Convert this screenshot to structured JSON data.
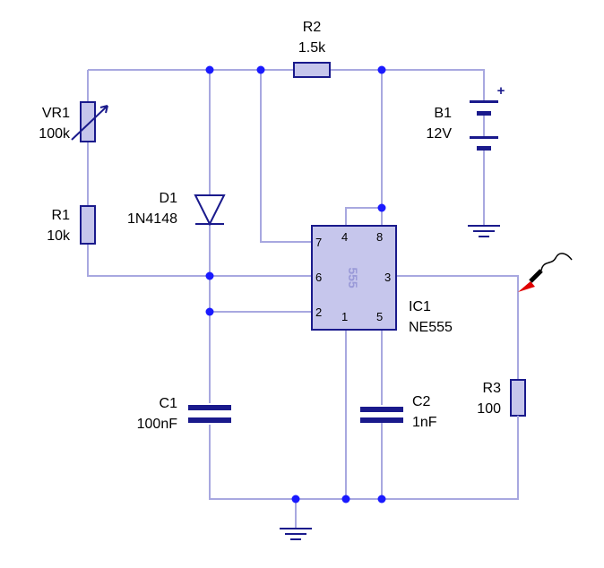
{
  "components": {
    "r2": {
      "ref": "R2",
      "value": "1.5k"
    },
    "vr1": {
      "ref": "VR1",
      "value": "100k"
    },
    "r1": {
      "ref": "R1",
      "value": "10k"
    },
    "d1": {
      "ref": "D1",
      "value": "1N4148"
    },
    "b1": {
      "ref": "B1",
      "value": "12V",
      "polarity": "+"
    },
    "ic1": {
      "ref": "IC1",
      "value": "NE555",
      "chip_text": "555",
      "pins": {
        "p1": "1",
        "p2": "2",
        "p3": "3",
        "p4": "4",
        "p5": "5",
        "p6": "6",
        "p7": "7",
        "p8": "8"
      }
    },
    "c1": {
      "ref": "C1",
      "value": "100nF"
    },
    "c2": {
      "ref": "C2",
      "value": "1nF"
    },
    "r3": {
      "ref": "R3",
      "value": "100"
    }
  },
  "colors": {
    "wire": "#a8a8e0",
    "component": "#1a1a8c",
    "node": "#1a1aff",
    "probe_tip": "#e00000"
  }
}
